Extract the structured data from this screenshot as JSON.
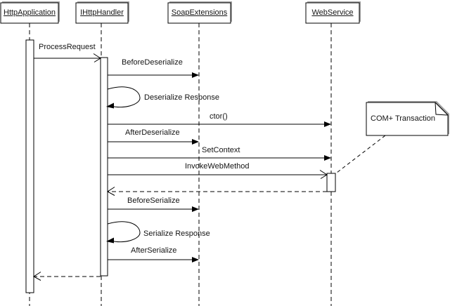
{
  "diagram": {
    "kind": "uml-sequence-diagram",
    "actors": [
      {
        "name": "HttpApplication"
      },
      {
        "name": "IHttpHandler"
      },
      {
        "name": "SoapExtensions"
      },
      {
        "name": "WebService"
      }
    ],
    "messages": [
      {
        "label": "ProcessRequest",
        "from": "HttpApplication",
        "to": "IHttpHandler",
        "style": "open-arrow"
      },
      {
        "label": "BeforeDeserialize",
        "from": "IHttpHandler",
        "to": "SoapExtensions",
        "style": "filled-arrow"
      },
      {
        "label": "Deserialize Response",
        "from": "IHttpHandler",
        "to": "IHttpHandler",
        "style": "self-call"
      },
      {
        "label": "ctor()",
        "from": "IHttpHandler",
        "to": "WebService",
        "style": "filled-arrow"
      },
      {
        "label": "AfterDeserialize",
        "from": "IHttpHandler",
        "to": "SoapExtensions",
        "style": "filled-arrow"
      },
      {
        "label": "SetContext",
        "from": "IHttpHandler",
        "to": "WebService",
        "style": "filled-arrow"
      },
      {
        "label": "InvokeWebMethod",
        "from": "IHttpHandler",
        "to": "WebService",
        "style": "open-arrow"
      },
      {
        "label": "BeforeSerialize",
        "from": "IHttpHandler",
        "to": "SoapExtensions",
        "style": "filled-arrow"
      },
      {
        "label": "Serialize Response",
        "from": "IHttpHandler",
        "to": "IHttpHandler",
        "style": "self-call"
      },
      {
        "label": "AfterSerialize",
        "from": "IHttpHandler",
        "to": "SoapExtensions",
        "style": "filled-arrow"
      }
    ],
    "returns": [
      {
        "from": "WebService",
        "to": "IHttpHandler",
        "style": "dashed-open-arrow"
      },
      {
        "from": "IHttpHandler",
        "to": "HttpApplication",
        "style": "dashed-open-arrow"
      }
    ],
    "note": {
      "text": "COM+ Transaction",
      "attached_to": "WebService activation"
    },
    "colors": {
      "line": "#000000",
      "shadow": "#a0a0a0",
      "text": "#141414",
      "background": "#ffffff"
    }
  }
}
